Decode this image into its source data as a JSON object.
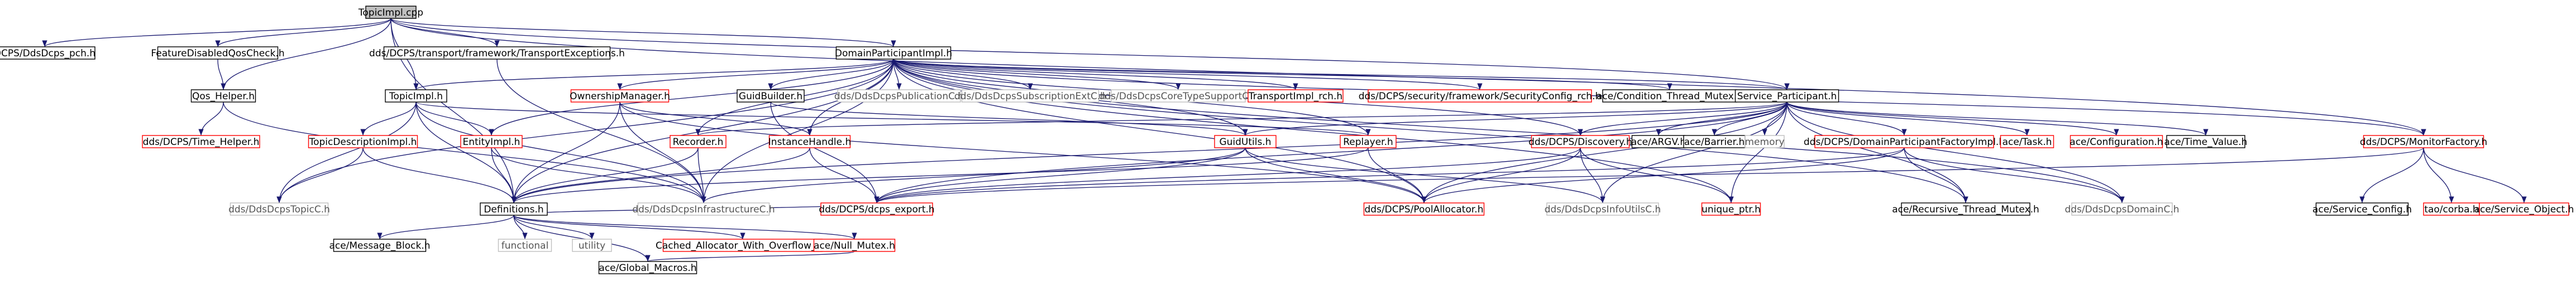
{
  "colors": {
    "edge": "#191970",
    "root_fill": "#bfbfbf",
    "default_border": "#000000",
    "red_border": "#ff0000",
    "grey_border": "#bfbfbf",
    "default_text": "#000000",
    "grey_text": "#555555"
  },
  "nodes": [
    {
      "id": "root",
      "label": "TopicImpl.cpp",
      "style": "root",
      "interactable": false
    },
    {
      "id": "pch",
      "label": "DCPS/DdsDcps_pch.h",
      "style": "black",
      "interactable": true
    },
    {
      "id": "fdqc",
      "label": "FeatureDisabledQosCheck.h",
      "style": "black",
      "interactable": true
    },
    {
      "id": "tex",
      "label": "dds/DCPS/transport/framework/TransportExceptions.h",
      "style": "black",
      "interactable": true
    },
    {
      "id": "dpi",
      "label": "DomainParticipantImpl.h",
      "style": "black",
      "interactable": true
    },
    {
      "id": "qosh",
      "label": "Qos_Helper.h",
      "style": "black",
      "interactable": true
    },
    {
      "id": "timeh",
      "label": "dds/DCPS/Time_Helper.h",
      "style": "red",
      "interactable": true
    },
    {
      "id": "topicimplh",
      "label": "TopicImpl.h",
      "style": "black",
      "interactable": true
    },
    {
      "id": "tdi",
      "label": "TopicDescriptionImpl.h",
      "style": "red",
      "interactable": true
    },
    {
      "id": "entity",
      "label": "EntityImpl.h",
      "style": "red",
      "interactable": true
    },
    {
      "id": "ddstopic",
      "label": "dds/DdsDcpsTopicC.h",
      "style": "grey",
      "interactable": false
    },
    {
      "id": "own",
      "label": "OwnershipManager.h",
      "style": "red",
      "interactable": true
    },
    {
      "id": "guidb",
      "label": "GuidBuilder.h",
      "style": "black",
      "interactable": true
    },
    {
      "id": "recorder",
      "label": "Recorder.h",
      "style": "red",
      "interactable": true
    },
    {
      "id": "inst",
      "label": "InstanceHandle.h",
      "style": "red",
      "interactable": true
    },
    {
      "id": "pubc",
      "label": "dds/DdsDcpsPublicationC.h",
      "style": "grey",
      "interactable": false
    },
    {
      "id": "subext",
      "label": "dds/DdsDcpsSubscriptionExtC.h",
      "style": "grey",
      "interactable": false
    },
    {
      "id": "coretype",
      "label": "dds/DdsDcpsCoreTypeSupportC.h",
      "style": "grey",
      "interactable": false
    },
    {
      "id": "transrch",
      "label": "TransportImpl_rch.h",
      "style": "red",
      "interactable": true
    },
    {
      "id": "secconf",
      "label": "dds/DCPS/security/framework/SecurityConfig_rch.h",
      "style": "red",
      "interactable": true
    },
    {
      "id": "condmutex",
      "label": "ace/Condition_Thread_Mutex.h",
      "style": "black",
      "interactable": true
    },
    {
      "id": "svc",
      "label": "Service_Participant.h",
      "style": "black",
      "interactable": true
    },
    {
      "id": "guidutils",
      "label": "GuidUtils.h",
      "style": "red",
      "interactable": true
    },
    {
      "id": "replayer",
      "label": "Replayer.h",
      "style": "red",
      "interactable": true
    },
    {
      "id": "disc",
      "label": "dds/DCPS/Discovery.h",
      "style": "red",
      "interactable": true
    },
    {
      "id": "argv",
      "label": "ace/ARGV.h",
      "style": "black",
      "interactable": true
    },
    {
      "id": "barrier",
      "label": "ace/Barrier.h",
      "style": "black",
      "interactable": true
    },
    {
      "id": "memory",
      "label": "memory",
      "style": "grey",
      "interactable": false
    },
    {
      "id": "dpfi",
      "label": "dds/DCPS/DomainParticipantFactoryImpl.h",
      "style": "red",
      "interactable": true
    },
    {
      "id": "task",
      "label": "ace/Task.h",
      "style": "red",
      "interactable": true
    },
    {
      "id": "config",
      "label": "ace/Configuration.h",
      "style": "red",
      "interactable": true
    },
    {
      "id": "timevalue",
      "label": "ace/Time_Value.h",
      "style": "black",
      "interactable": true
    },
    {
      "id": "monitor",
      "label": "dds/DCPS/MonitorFactory.h",
      "style": "red",
      "interactable": true
    },
    {
      "id": "defs",
      "label": "Definitions.h",
      "style": "black",
      "interactable": true
    },
    {
      "id": "infra",
      "label": "dds/DdsDcpsInfrastructureC.h",
      "style": "grey",
      "interactable": false
    },
    {
      "id": "export",
      "label": "dds/DCPS/dcps_export.h",
      "style": "red",
      "interactable": true
    },
    {
      "id": "pool",
      "label": "dds/DCPS/PoolAllocator.h",
      "style": "red",
      "interactable": true
    },
    {
      "id": "infoutils",
      "label": "dds/DdsDcpsInfoUtilsC.h",
      "style": "grey",
      "interactable": false
    },
    {
      "id": "uptr",
      "label": "unique_ptr.h",
      "style": "red",
      "interactable": true
    },
    {
      "id": "rtm",
      "label": "ace/Recursive_Thread_Mutex.h",
      "style": "black",
      "interactable": true
    },
    {
      "id": "domainc",
      "label": "dds/DdsDcpsDomainC.h",
      "style": "grey",
      "interactable": false
    },
    {
      "id": "svcconf",
      "label": "ace/Service_Config.h",
      "style": "black",
      "interactable": true
    },
    {
      "id": "orb",
      "label": "tao/corba.h",
      "style": "red",
      "interactable": true
    },
    {
      "id": "svcobj",
      "label": "ace/Service_Object.h",
      "style": "red",
      "interactable": true
    },
    {
      "id": "msgblock",
      "label": "ace/Message_Block.h",
      "style": "black",
      "interactable": true
    },
    {
      "id": "functional",
      "label": "functional",
      "style": "grey",
      "interactable": false
    },
    {
      "id": "utility",
      "label": "utility",
      "style": "grey",
      "interactable": false
    },
    {
      "id": "cached",
      "label": "Cached_Allocator_With_Overflow_T.h",
      "style": "red",
      "interactable": true
    },
    {
      "id": "nullmutex",
      "label": "ace/Null_Mutex.h",
      "style": "red",
      "interactable": true
    },
    {
      "id": "globalmacros",
      "label": "ace/Global_Macros.h",
      "style": "black",
      "interactable": true
    }
  ]
}
